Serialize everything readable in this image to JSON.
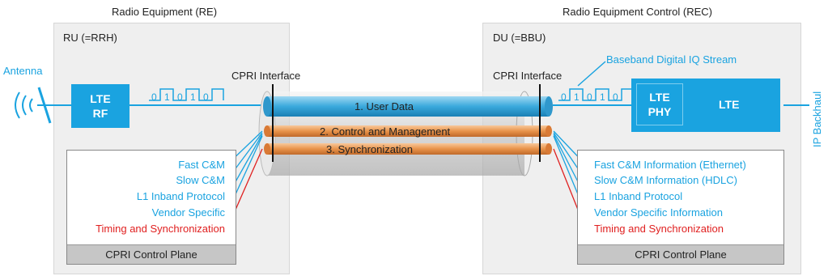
{
  "re": {
    "title": "Radio Equipment (RE)",
    "unit": "RU (=RRH)",
    "antenna": "Antenna",
    "lte_rf_line1": "LTE",
    "lte_rf_line2": "RF",
    "bits": [
      "0",
      "1",
      "0",
      "1",
      "0"
    ],
    "interface": "CPRI Interface",
    "control_items": [
      {
        "label": "Fast C&M",
        "color": "#1aa3e0"
      },
      {
        "label": "Slow C&M",
        "color": "#1aa3e0"
      },
      {
        "label": "L1 Inband Protocol",
        "color": "#1aa3e0"
      },
      {
        "label": "Vendor Specific",
        "color": "#1aa3e0"
      },
      {
        "label": "Timing and Synchronization",
        "color": "#e02020"
      }
    ],
    "control_plane": "CPRI Control Plane"
  },
  "rec": {
    "title": "Radio Equipment Control (REC)",
    "unit": "DU (=BBU)",
    "interface": "CPRI Interface",
    "iq_stream": "Baseband Digital IQ Stream",
    "bits": [
      "0",
      "1",
      "0",
      "1",
      "0"
    ],
    "lte_phy_line1": "LTE",
    "lte_phy_line2": "PHY",
    "lte": "LTE",
    "backhaul": "IP Backhaul",
    "control_items": [
      {
        "label": "Fast C&M Information (Ethernet)",
        "color": "#1aa3e0"
      },
      {
        "label": "Slow C&M Information (HDLC)",
        "color": "#1aa3e0"
      },
      {
        "label": "L1 Inband Protocol",
        "color": "#1aa3e0"
      },
      {
        "label": "Vendor Specific Information",
        "color": "#1aa3e0"
      },
      {
        "label": "Timing and Synchronization",
        "color": "#e02020"
      }
    ],
    "control_plane": "CPRI Control Plane"
  },
  "link": {
    "user_data": "1. User Data",
    "control_mgmt": "2. Control and Management",
    "sync": "3. Synchronization"
  },
  "colors": {
    "accent_blue": "#1aa3e0",
    "timing_red": "#e02020",
    "mgmt_orange": "#e8a060",
    "panel_gray": "#efefef"
  }
}
